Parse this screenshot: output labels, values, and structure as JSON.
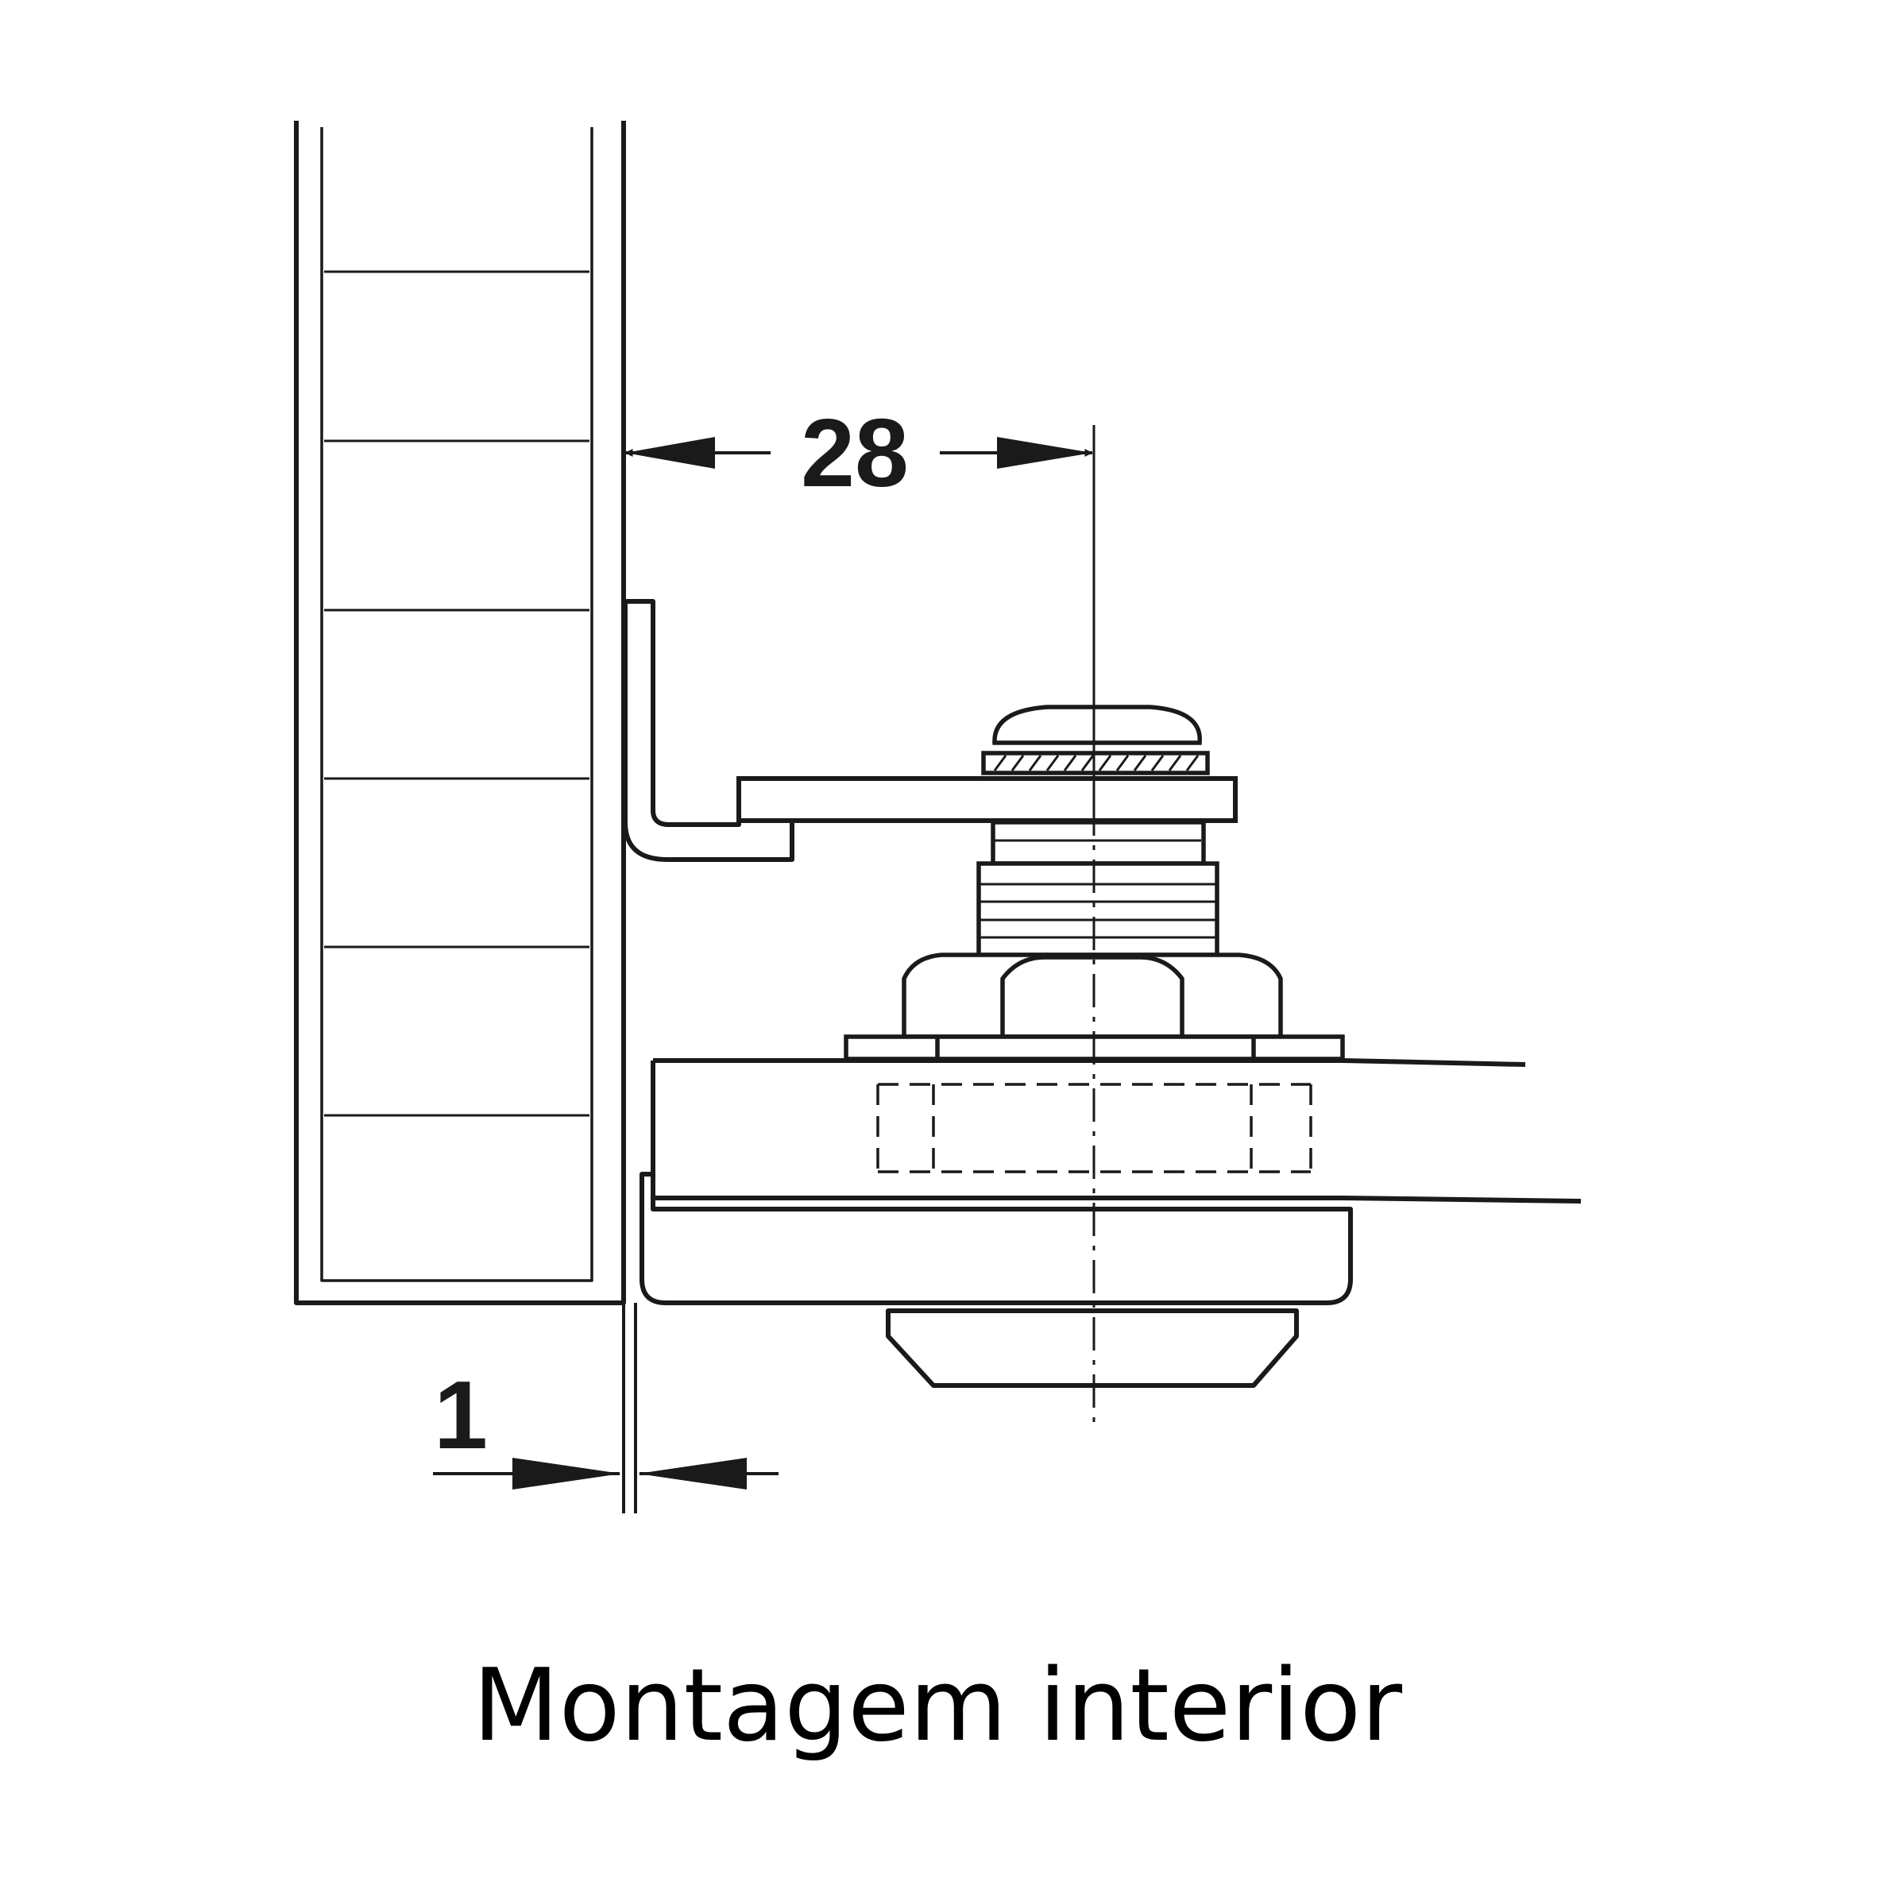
{
  "dimensions": {
    "offset_label": "28",
    "gap_label": "1"
  },
  "caption": "Montagem interior",
  "colors": {
    "stroke": "#1a1a1a",
    "background": "#ffffff"
  }
}
